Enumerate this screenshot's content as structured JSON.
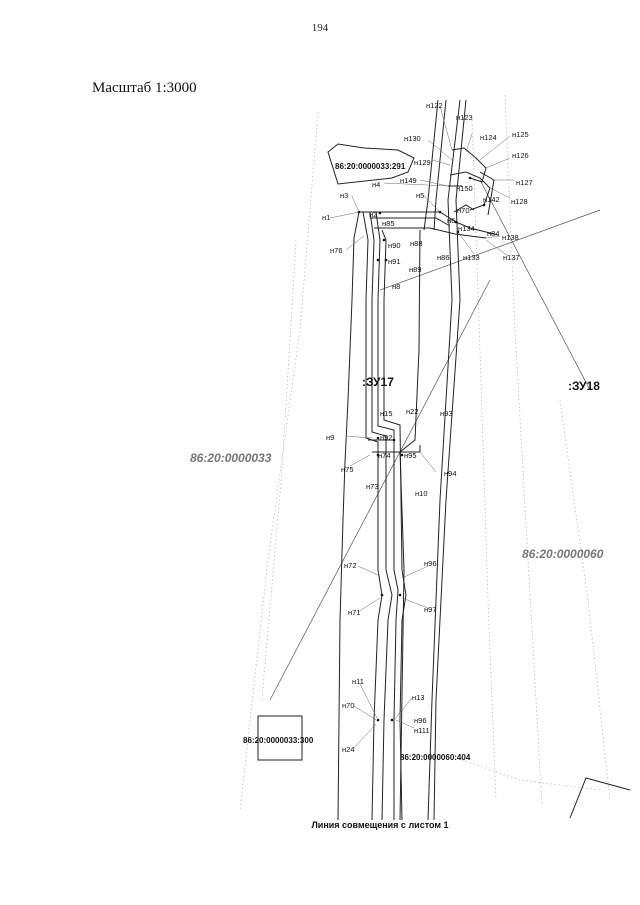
{
  "page_number": "194",
  "scale": "Масштаб 1:3000",
  "zones": {
    "zu17": ":ЗУ17",
    "zu18": ":ЗУ18"
  },
  "quarters": {
    "q33": "86:20:0000033",
    "q60": "86:20:0000060"
  },
  "parcels": {
    "p291": "86:20:0000033:291",
    "p300": "86:20:0000033:300",
    "p404": "86:20:0000060:404"
  },
  "caption": "Линия совмещения с листом 1",
  "points": {
    "n122": "н122",
    "n123": "н123",
    "n124": "н124",
    "n125": "н125",
    "n126": "н126",
    "n127": "н127",
    "n128": "н128",
    "n130": "н130",
    "n129": "н129",
    "n149": "н149",
    "n150": "н150",
    "n4": "н4",
    "n3": "н3",
    "n5": "н5",
    "n142": "н142",
    "n70a": "н70",
    "n1": "н1",
    "n2": "н2",
    "n6": "н6",
    "n85": "н85",
    "n134": "н134",
    "n84": "н84",
    "n138": "н138",
    "n76": "н76",
    "n90": "н90",
    "n88": "н88",
    "n86": "н86",
    "n133": "н133",
    "n137": "н137",
    "n91": "н91",
    "n89": "н89",
    "n8": "н8",
    "n15": "н15",
    "n22": "н22",
    "n93": "н93",
    "n9": "н9",
    "n92": "н92",
    "n74": "н74",
    "n95": "н95",
    "n75": "н75",
    "n94": "н94",
    "n73": "н73",
    "n10": "н10",
    "n72": "н72",
    "n96a": "н96",
    "n71": "н71",
    "n97": "н97",
    "n11": "н11",
    "n13": "н13",
    "n70b": "н70",
    "n96b": "н96",
    "n111": "н111",
    "n24": "н24"
  }
}
